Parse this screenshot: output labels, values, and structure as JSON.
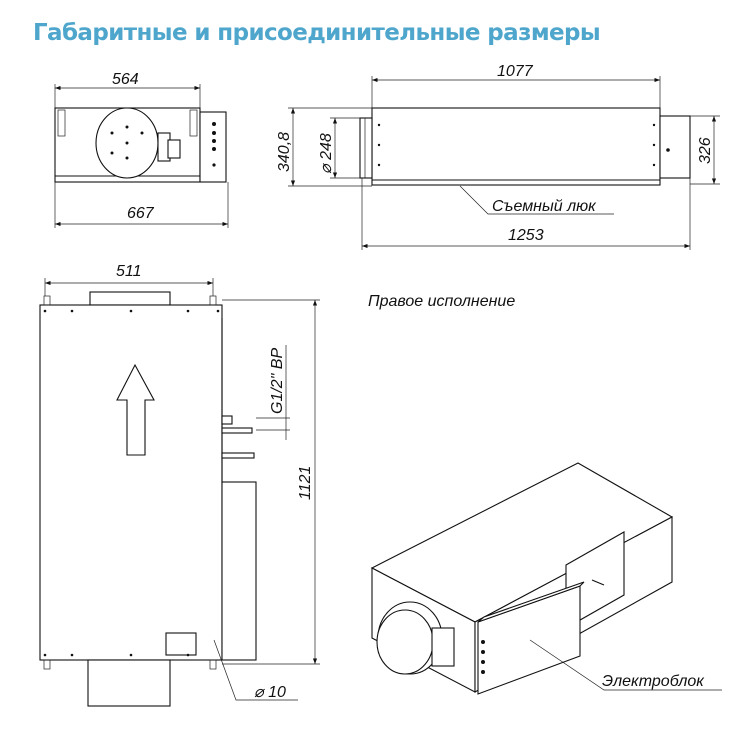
{
  "title": "Габаритные и присоединительные размеры",
  "front_view": {
    "width_top": "564",
    "width_bottom": "667"
  },
  "side_view": {
    "length_body": "1077",
    "length_total": "1253",
    "height_total": "340,8",
    "duct_diameter": "⌀ 248",
    "height_right": "326",
    "hatch_label": "Съемный люк"
  },
  "top_view": {
    "width": "511",
    "length": "1121",
    "pipe_thread": "G1/2\" ВР",
    "hole_diameter": "⌀ 10"
  },
  "iso_view": {
    "caption": "Правое исполнение",
    "electro_label": "Электроблок"
  },
  "colors": {
    "title": "#4ea6cc"
  }
}
